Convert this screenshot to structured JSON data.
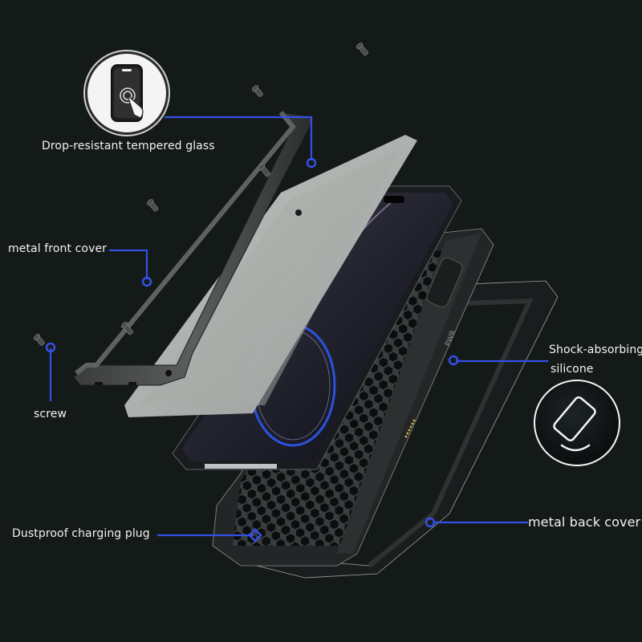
{
  "diagram": {
    "type": "exploded-product-view",
    "subject": "rugged metal phone case",
    "background_color": "#141a18",
    "callout_color": "#3550e6",
    "callouts": [
      {
        "id": "glass",
        "label": "Drop-resistant tempered glass",
        "icon": "touch-screen-icon"
      },
      {
        "id": "front",
        "label": "metal front cover"
      },
      {
        "id": "screw",
        "label": "screw"
      },
      {
        "id": "silicone",
        "label_line1": "Shock-absorbing",
        "label_line2": "silicone",
        "icon": "shock-absorb-phone-icon"
      },
      {
        "id": "plug",
        "label": "Dustproof charging plug"
      },
      {
        "id": "back",
        "label": "metal back cover"
      }
    ],
    "parts": [
      "metal front cover",
      "tempered glass",
      "phone",
      "shock-absorbing silicone inner case",
      "metal back cover",
      "screws"
    ],
    "embossed_text": "PWR"
  }
}
